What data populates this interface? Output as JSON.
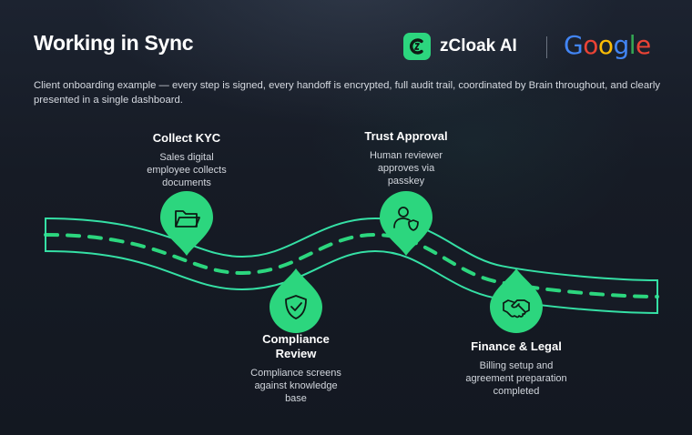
{
  "header": {
    "title": "Working in Sync",
    "description": "Client onboarding example — every step is signed, every handoff is encrypted, full audit trail, coordinated by Brain throughout, and clearly presented in a single dashboard."
  },
  "brand": {
    "partner_name": "zCloak AI",
    "partner_icon": "zcloak-logo-icon",
    "google_letters": [
      "G",
      "o",
      "o",
      "g",
      "l",
      "e"
    ]
  },
  "colors": {
    "accent": "#2cd67e",
    "road_outline": "#35e0a5",
    "background": "#151a24"
  },
  "steps": [
    {
      "title": "Collect KYC",
      "description": "Sales digital employee collects documents",
      "icon": "folder-icon"
    },
    {
      "title": "Compliance Review",
      "description": "Compliance screens against knowledge base",
      "icon": "shield-check-icon"
    },
    {
      "title": "Trust Approval",
      "description": "Human reviewer approves via passkey",
      "icon": "user-shield-icon"
    },
    {
      "title": "Finance & Legal",
      "description": "Billing setup and agreement preparation completed",
      "icon": "handshake-icon"
    }
  ]
}
